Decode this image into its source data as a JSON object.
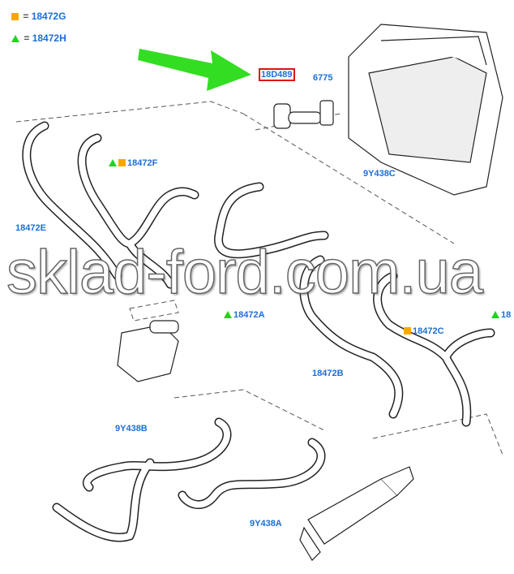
{
  "legend": [
    {
      "icon": "orange-square",
      "equals": "=",
      "part": "18472G"
    },
    {
      "icon": "green-triangle",
      "equals": "=",
      "part": "18472H"
    }
  ],
  "labels": {
    "highlighted": "18D489",
    "p6775": "6775",
    "p9Y438C": "9Y438C",
    "p18472F": "18472F",
    "p18472E": "18472E",
    "p18472A": "18472A",
    "p18472B": "18472B",
    "p18472C": "18472C",
    "p18_cut": "18",
    "p9Y438B": "9Y438B",
    "p9Y438A": "9Y438A"
  },
  "watermark": "sklad-ford.com.ua",
  "colors": {
    "label": "#1a6fd6",
    "square": "#f7a800",
    "triangle": "#1ed51e",
    "highlight": "#e01010",
    "arrow": "#33dd22"
  }
}
